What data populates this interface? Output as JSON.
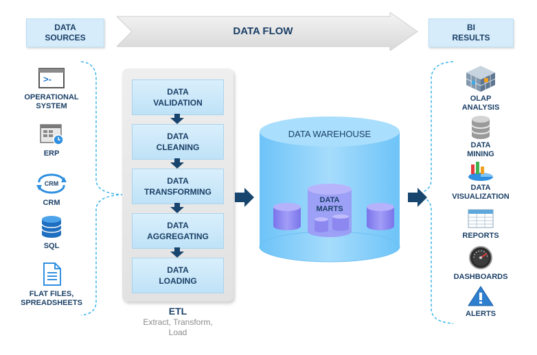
{
  "header": {
    "data_sources": [
      "DATA",
      "SOURCES"
    ],
    "data_flow": "DATA FLOW",
    "bi_results": [
      "BI",
      "RESULTS"
    ]
  },
  "sources": [
    {
      "icon": "terminal-icon",
      "label": [
        "OPERATIONAL",
        "SYSTEM"
      ]
    },
    {
      "icon": "erp-icon",
      "label": [
        "ERP"
      ]
    },
    {
      "icon": "crm-icon",
      "label": [
        "CRM"
      ],
      "icon_text": "CRM"
    },
    {
      "icon": "database-icon",
      "label": [
        "SQL"
      ]
    },
    {
      "icon": "document-icon",
      "label": [
        "FLAT FILES,",
        "SPREADSHEETS"
      ]
    }
  ],
  "etl": {
    "steps": [
      [
        "DATA",
        "VALIDATION"
      ],
      [
        "DATA",
        "CLEANING"
      ],
      [
        "DATA",
        "TRANSFORMING"
      ],
      [
        "DATA",
        "AGGREGATING"
      ],
      [
        "DATA",
        "LOADING"
      ]
    ],
    "title": "ETL",
    "subtitle": [
      "Extract, Transform,",
      "Load"
    ]
  },
  "warehouse": {
    "title": "DATA WAREHOUSE",
    "marts": [
      "DATA",
      "MARTS"
    ]
  },
  "results": [
    {
      "icon": "olap-cube-icon",
      "label": [
        "OLAP",
        "ANALYSIS"
      ]
    },
    {
      "icon": "data-mining-icon",
      "label": [
        "DATA",
        "MINING"
      ]
    },
    {
      "icon": "visualization-icon",
      "label": [
        "DATA",
        "VISUALIZATION"
      ]
    },
    {
      "icon": "reports-icon",
      "label": [
        "REPORTS"
      ]
    },
    {
      "icon": "dashboard-gauge-icon",
      "label": [
        "DASHBOARDS"
      ]
    },
    {
      "icon": "alert-icon",
      "label": [
        "ALERTS"
      ]
    }
  ],
  "colors": {
    "navy": "#1a3f66",
    "arrow": "#17456e",
    "light_blue": "#d6ecfa",
    "cylinder": "#8fd3fb",
    "mart": "#8c86f2"
  }
}
